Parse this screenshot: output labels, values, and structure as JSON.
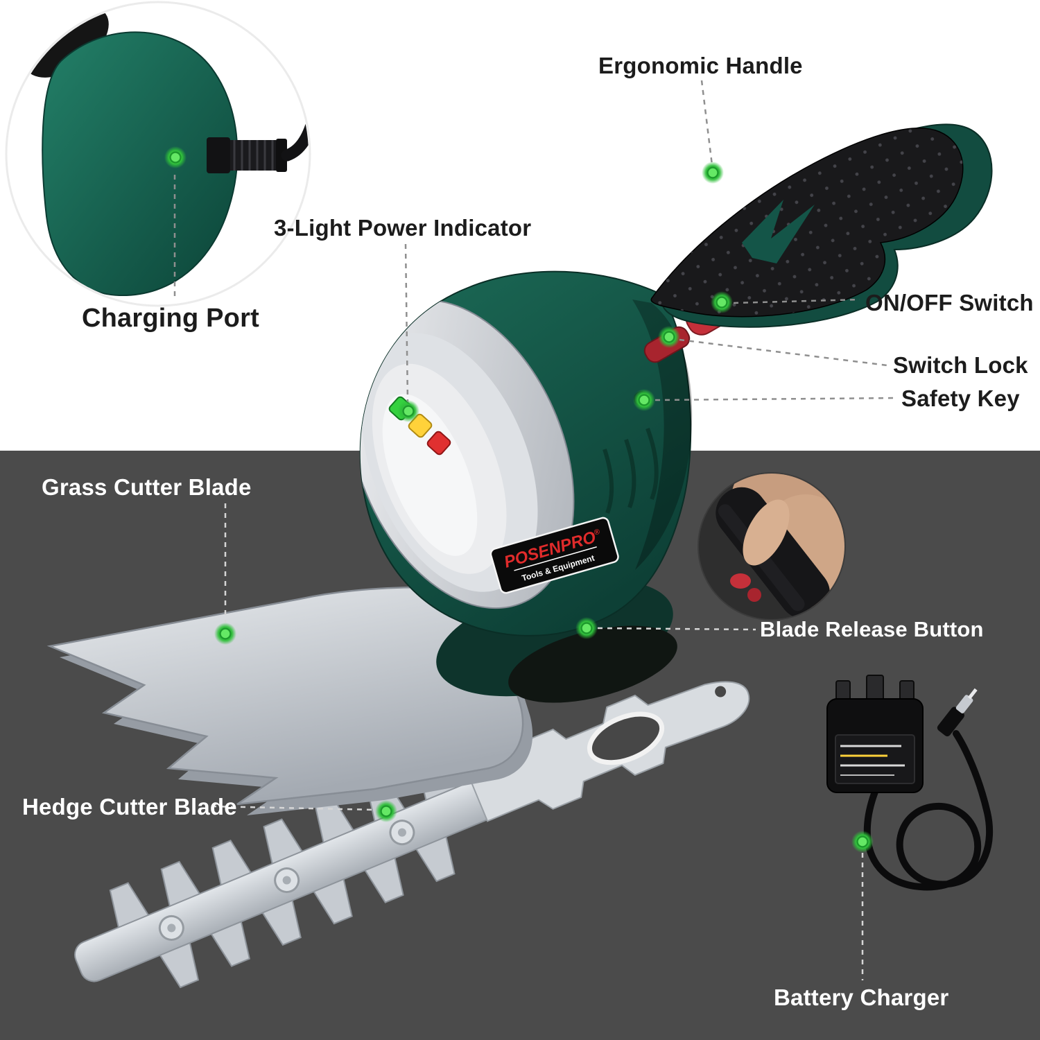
{
  "labels": {
    "ergonomic_handle": "Ergonomic Handle",
    "charging_port": "Charging Port",
    "power_indicator": "3-Light Power Indicator",
    "on_off_switch": "ON/OFF Switch",
    "switch_lock": "Switch Lock",
    "safety_key": "Safety Key",
    "grass_cutter_blade": "Grass Cutter Blade",
    "hedge_cutter_blade": "Hedge Cutter Blade",
    "blade_release_button": "Blade Release Button",
    "battery_charger": "Battery Charger"
  },
  "brand": {
    "name": "POSENPRO",
    "reg": "®",
    "tagline": "Tools & Equipment"
  },
  "colors": {
    "background_top": "#ffffff",
    "background_bottom": "#4b4b4b",
    "device_green": "#155a4b",
    "accent_red": "#c5303a",
    "marker_green": "#35d14b",
    "indicator_lights": [
      "#35d13f",
      "#ffd23a",
      "#e03030"
    ]
  }
}
